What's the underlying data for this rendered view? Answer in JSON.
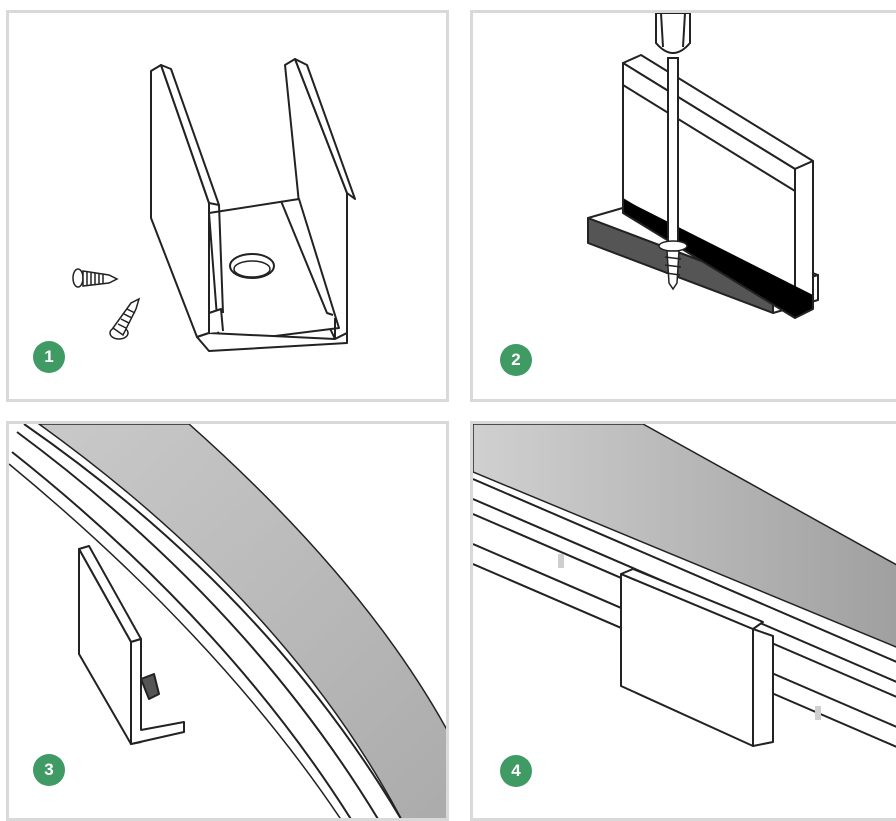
{
  "steps": [
    {
      "number": "1",
      "illustration": "clip-and-screws"
    },
    {
      "number": "2",
      "illustration": "screw-clip-to-surface"
    },
    {
      "number": "3",
      "illustration": "press-strip-into-clip-side"
    },
    {
      "number": "4",
      "illustration": "clip-holds-strip-front"
    }
  ],
  "colors": {
    "badge": "#3f9a63",
    "frame": "#d9d9d9",
    "strip_fill": "#b9b9b9",
    "line": "#222222",
    "base_dark": "#555555"
  }
}
